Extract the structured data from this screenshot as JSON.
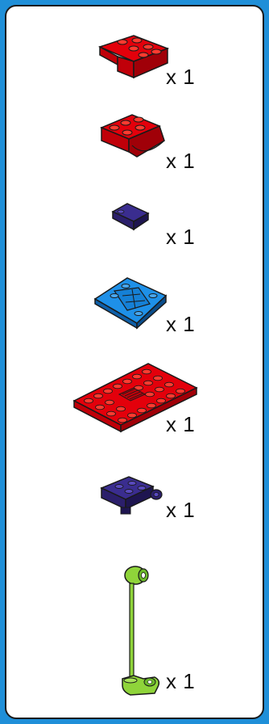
{
  "parts": [
    {
      "name": "red-wedge-plate",
      "quantity": "x 1",
      "color": "#E3000B"
    },
    {
      "name": "red-slope-brick",
      "quantity": "x 1",
      "color": "#E3000B"
    },
    {
      "name": "dark-blue-slope",
      "quantity": "x 1",
      "color": "#2B1F6B"
    },
    {
      "name": "blue-hood-wedge",
      "quantity": "x 1",
      "color": "#1580D6"
    },
    {
      "name": "red-plate-4x8",
      "quantity": "x 1",
      "color": "#E3000B"
    },
    {
      "name": "dark-blue-hinge-plate",
      "quantity": "x 1",
      "color": "#2B1F6B"
    },
    {
      "name": "lime-antenna-bar",
      "quantity": "x 1",
      "color": "#8FD43A"
    }
  ],
  "colors": {
    "background": "#1F8FD8",
    "panel": "#FFFFFF",
    "outline": "#1A1A1A"
  }
}
